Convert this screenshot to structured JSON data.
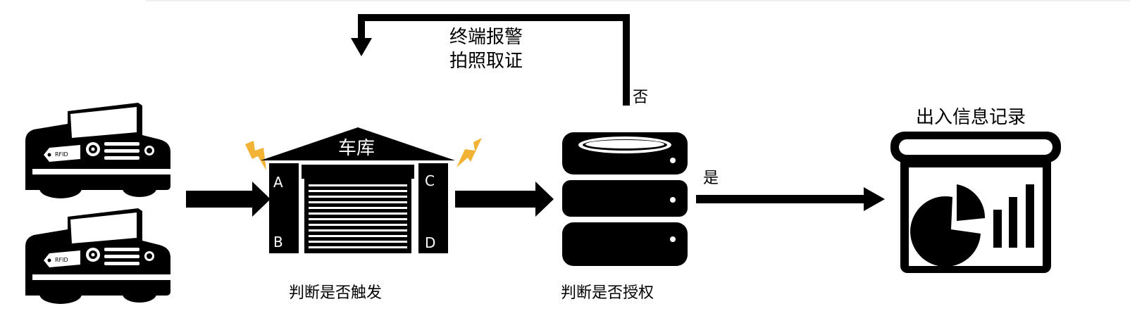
{
  "labels": {
    "alarm_line1": "终端报警",
    "alarm_line2": "拍照取证",
    "no": "否",
    "yes": "是",
    "garage": "车库",
    "sensor_a": "A",
    "sensor_b": "B",
    "sensor_c": "C",
    "sensor_d": "D",
    "record_title": "出入信息记录",
    "judge_trigger": "判断是否触发",
    "judge_auth": "判断是否授权"
  },
  "car_tag": "RFID",
  "colors": {
    "lightning": "#f2b233",
    "ink": "#000000",
    "background": "#ffffff"
  },
  "icons": [
    "car-icon",
    "garage-icon",
    "lightning-icon",
    "server-icon",
    "report-board-icon",
    "arrow-icon"
  ]
}
